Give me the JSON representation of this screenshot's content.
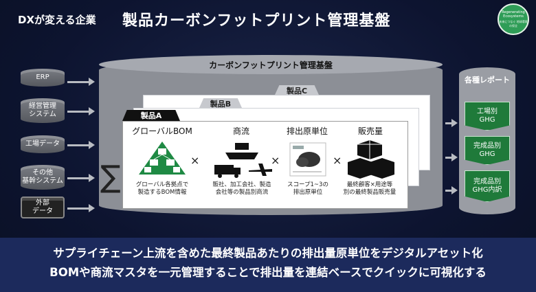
{
  "header": {
    "tag": "DXが変える企業",
    "title": "製品カーボンフットプリント管理基盤"
  },
  "badge": {
    "line1": "Regenerating",
    "line2": "Ecosystems",
    "sub": "未来につなぐ 地球環境の保全"
  },
  "sources": [
    {
      "label": "ERP"
    },
    {
      "label": "経営管理\nシステム"
    },
    {
      "label": "工場データ"
    },
    {
      "label": "その他\n基幹システム"
    },
    {
      "label": "外部\nデータ"
    }
  ],
  "platform": {
    "title": "カーボンフットプリント管理基盤",
    "sheet_c": "製品C",
    "sheet_b": "製品B",
    "sheet_a": "製品A",
    "sigma": "∑",
    "times": "×",
    "columns": [
      {
        "head": "グローバルBOM",
        "desc": "グローバル各拠点で\n製造するBOM情報"
      },
      {
        "head": "商流",
        "desc": "販社、加工会社、製造\n会社等の製品別商流"
      },
      {
        "head": "排出原単位",
        "desc": "スコープ1~3の\n排出原単位"
      },
      {
        "head": "販売量",
        "desc": "最終顧客×用途等\n別の最終製品販売量"
      }
    ]
  },
  "reports": {
    "title": "各種レポート",
    "items": [
      {
        "label": "工場別\nGHG"
      },
      {
        "label": "完成品別\nGHG"
      },
      {
        "label": "完成品別\nGHG内訳"
      }
    ]
  },
  "bottom": {
    "line1": "サプライチェーン上流を含めた最終製品あたりの排出量原単位をデジタルアセット化",
    "line2": "BOMや商流マスタを一元管理することで排出量を連結ベースでクイックに可視化する"
  },
  "colors": {
    "green": "#1f7a3a",
    "navy": "#1c2a5c",
    "gray": "#8c8f96"
  }
}
